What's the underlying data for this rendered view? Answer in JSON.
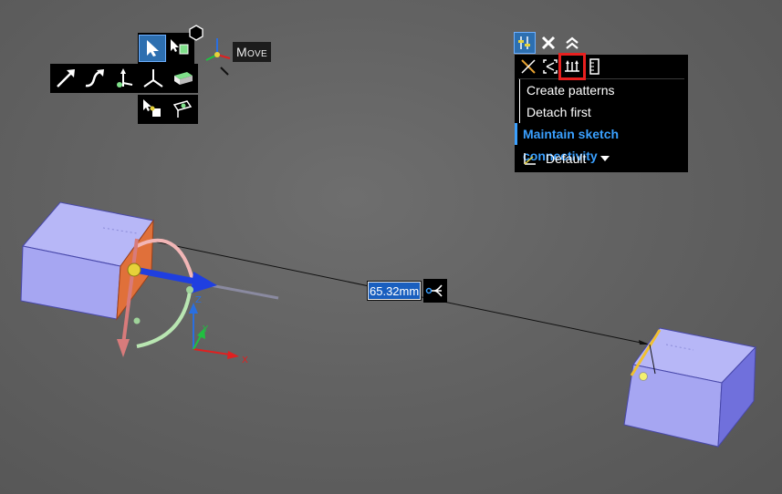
{
  "toolbar_top": {
    "select_tool": "select-arrow-icon",
    "select_body_tool": "select-body-icon",
    "move_tool": "move-triad-icon",
    "move_label": "Move"
  },
  "toolbar_row2": [
    "pull-arrow-icon",
    "sweep-arrow-icon",
    "pivot-icon",
    "triad-icon",
    "fill-tool-icon"
  ],
  "toolbar_row3": [
    "select-point-icon",
    "select-face-icon"
  ],
  "options": {
    "icons": [
      "create-pattern-icon",
      "detach-icon",
      "maintain-offset-icon",
      "ruler-icon"
    ],
    "items": [
      {
        "label": "Create patterns",
        "selected": false
      },
      {
        "label": "Detach first",
        "selected": false
      },
      {
        "label": "Maintain sketch connectivity",
        "selected": true
      }
    ],
    "default_label": "Default"
  },
  "dimension": {
    "value": "65.32mm"
  },
  "axes": {
    "x": "X",
    "y": "Y",
    "z": "Z"
  },
  "colors": {
    "accent": "#3aa0ff",
    "highlight_red": "#e8201f",
    "block_face": "#a9a9f5",
    "block_side": "#6b6bd8",
    "selected_face": "#e0703a"
  }
}
